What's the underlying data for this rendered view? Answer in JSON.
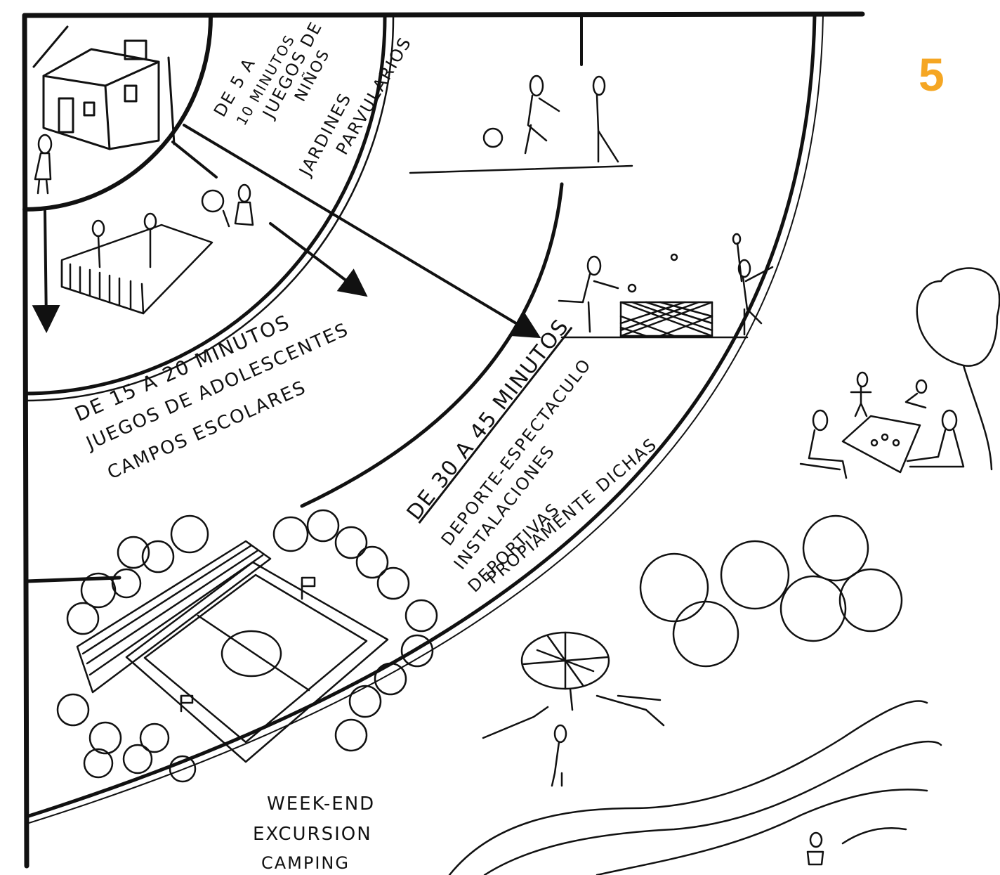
{
  "page_number": "5",
  "accent_color": "#f5a623",
  "zones": {
    "zone1": {
      "time": "DE 5 A",
      "time2": "10 MINUTOS",
      "line1": "JUEGOS DE",
      "line2": "NIÑOS",
      "line3": "JARDINES",
      "line4": "PARVULARIOS"
    },
    "zone2": {
      "time": "DE 15 A 20 MINUTOS",
      "line1": "JUEGOS DE ADOLESCENTES",
      "line2": "CAMPOS ESCOLARES"
    },
    "zone3": {
      "time": "DE 30 A 45 MINUTOS",
      "line1": "DEPORTE-ESPECTACULO",
      "line2": "INSTALACIONES",
      "line3": "DEPORTIVAS",
      "line4": "PROPIAMENTE DICHAS"
    },
    "zone4": {
      "line1": "WEEK-END",
      "line2": "EXCURSION",
      "line3": "CAMPING"
    }
  }
}
